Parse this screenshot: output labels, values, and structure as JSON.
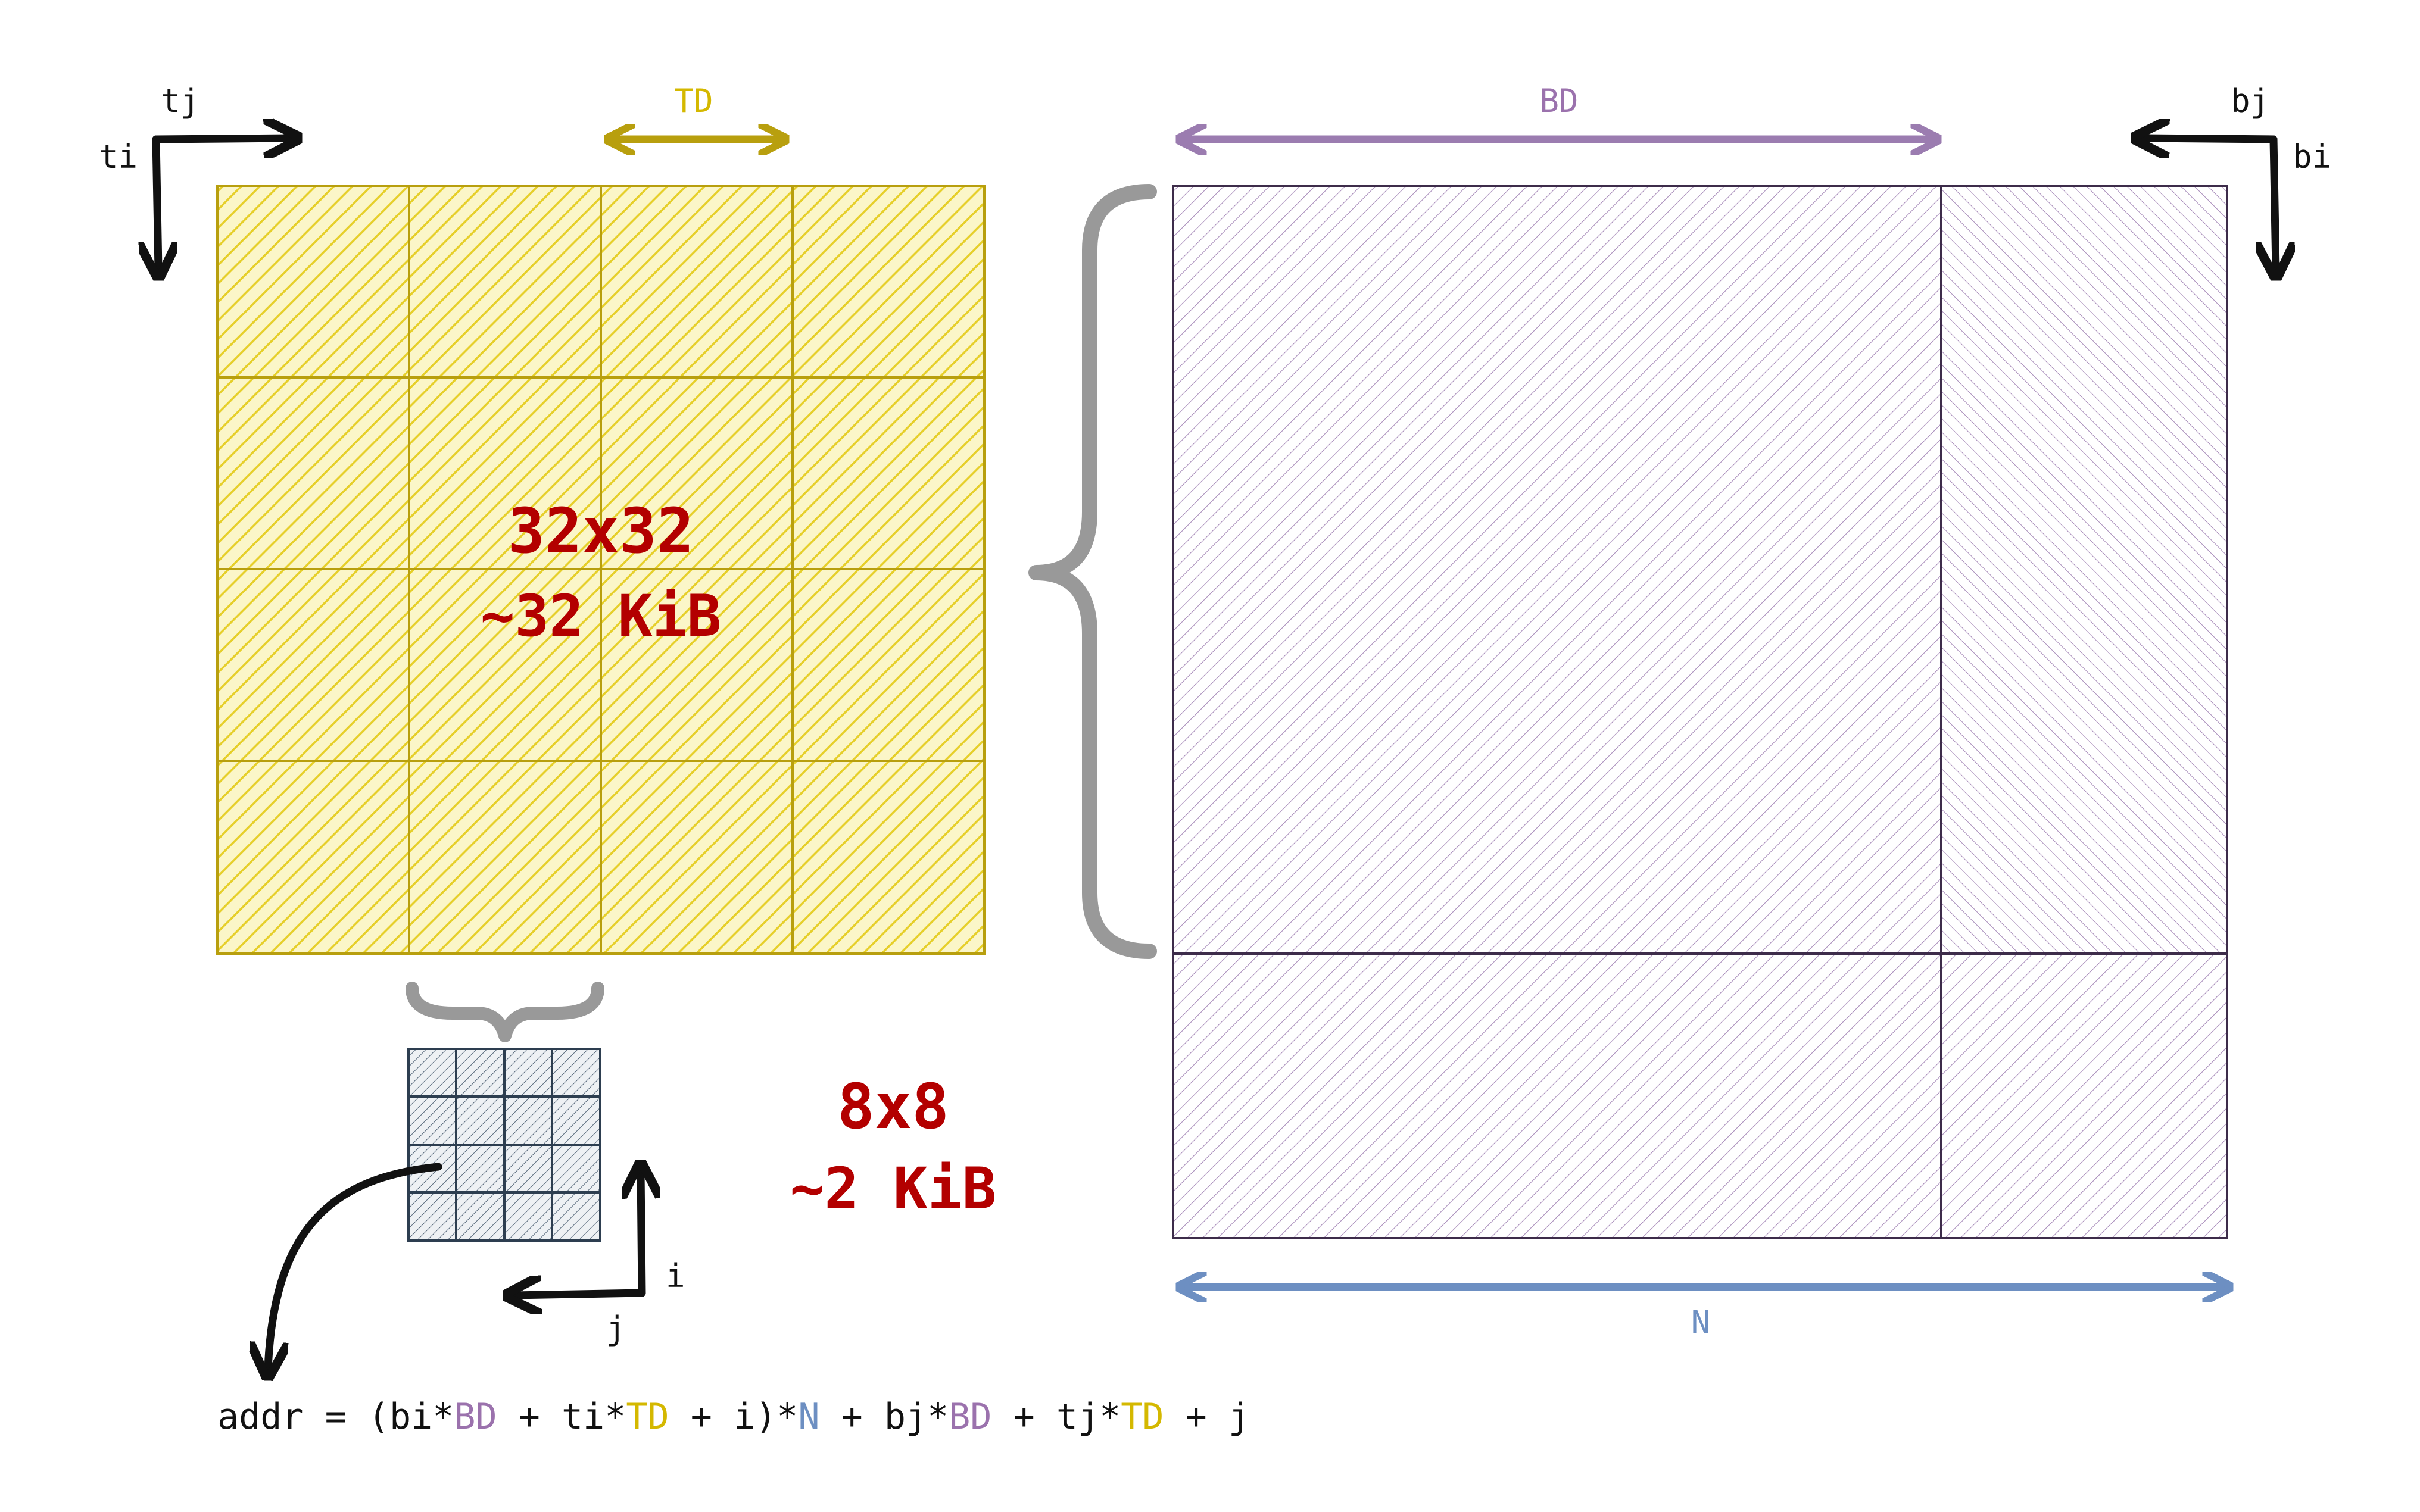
{
  "colors": {
    "yellow_stroke": "#b89f0e",
    "yellow_fill": "#f2df45",
    "yellow_label": "#d4b800",
    "purple_stroke": "#3d2c4a",
    "purple_hatch": "#9b7cb0",
    "purple_label": "#9b72ad",
    "blue": "#6d8fc2",
    "red": "#b30000",
    "gray": "#999999",
    "navy": "#2d3e50",
    "black": "#111111"
  },
  "labels": {
    "tj": "tj",
    "ti": "ti",
    "td": "TD",
    "bd": "BD",
    "bj": "bj",
    "bi": "bi",
    "n": "N",
    "i": "i",
    "j": "j",
    "big_tile_dims": "32x32",
    "big_tile_size": "~32 KiB",
    "small_tile_dims": "8x8",
    "small_tile_size": "~2 KiB"
  },
  "formula": {
    "parts": [
      {
        "text": "addr = (bi*",
        "color": "black"
      },
      {
        "text": "BD",
        "color": "purple"
      },
      {
        "text": " + ti*",
        "color": "black"
      },
      {
        "text": "TD",
        "color": "yellow"
      },
      {
        "text": " + i)*",
        "color": "black"
      },
      {
        "text": "N",
        "color": "blue"
      },
      {
        "text": " + bj*",
        "color": "black"
      },
      {
        "text": "BD",
        "color": "purple"
      },
      {
        "text": " + tj*",
        "color": "black"
      },
      {
        "text": "TD",
        "color": "yellow"
      },
      {
        "text": " + j",
        "color": "black"
      }
    ]
  }
}
